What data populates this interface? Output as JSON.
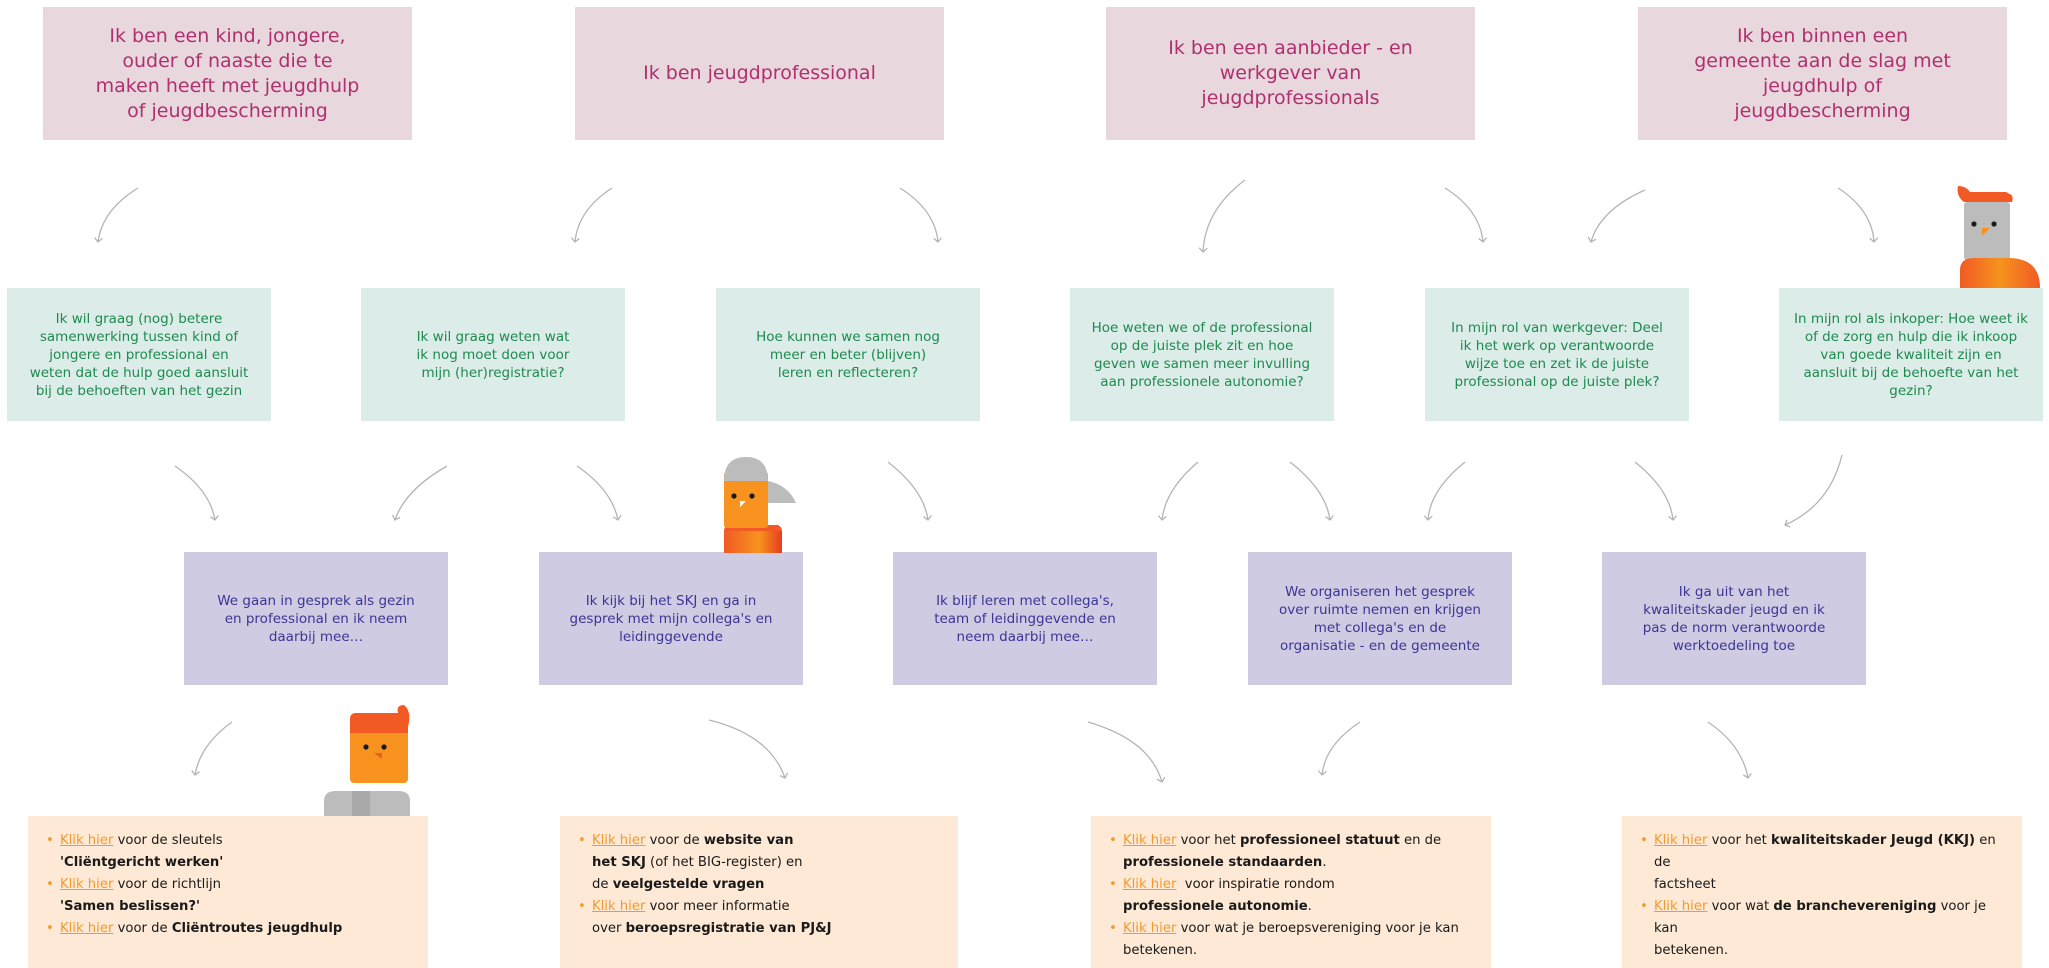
{
  "top": [
    "Ik ben een kind, jongere, ouder of naaste die te maken heeft met jeugdhulp of jeugdbescherming",
    "Ik ben jeugdprofessional",
    "Ik ben een aanbieder - en werkgever van jeugdprofessionals",
    "Ik ben binnen een gemeente aan de slag met jeugdhulp of jeugdbescherming"
  ],
  "questions": [
    "Ik wil graag (nog) betere samenwerking tussen kind of jongere en professional en weten dat de hulp goed aansluit bij de behoeften van het gezin",
    "Ik wil graag weten wat ik nog moet doen voor mijn (her)registratie?",
    "Hoe kunnen we samen nog meer en beter (blijven) leren en reflecteren?",
    "Hoe weten we of de professional op de juiste plek zit en hoe geven we samen meer invulling aan professionele autonomie?",
    "In mijn rol van werkgever: Deel ik het werk op verantwoorde wijze toe en zet ik de juiste professional op de juiste plek?",
    "In mijn rol als inkoper: Hoe weet ik of de zorg en hulp die ik inkoop van goede kwaliteit zijn en aansluit bij de behoefte van het gezin?"
  ],
  "answers": [
    "We gaan in gesprek als gezin en professional en ik neem daarbij mee…",
    "Ik kijk bij het SKJ en ga in gesprek met mijn collega's en leidinggevende",
    "Ik blijf leren met collega's, team of leidinggevende en neem daarbij mee…",
    "We organiseren het gesprek over ruimte nemen en krijgen met collega's en de organisatie - en de gemeente",
    "Ik ga uit van het kwaliteitskader jeugd en ik pas de norm verantwoorde werktoedeling toe"
  ],
  "link_label": "Klik hier",
  "resources": {
    "r1": {
      "i1": {
        "pre": " voor de sleutels",
        "bold": "'Cliëntgericht werken'"
      },
      "i2": {
        "pre": " voor de richtlijn",
        "bold": "'Samen beslissen?'"
      },
      "i3": {
        "pre": " voor de ",
        "bold": "Cliëntroutes jeugdhulp"
      }
    },
    "r2": {
      "i1": {
        "pre": " voor de ",
        "bold1": "website van",
        "bold2": "het SKJ",
        "mid": " (of het BIG-register) en",
        "pre2": "de ",
        "bold3": "veelgestelde vragen"
      },
      "i2": {
        "pre": " voor meer informatie",
        "pre2": "over ",
        "bold": "beroepsregistratie van PJ&J"
      }
    },
    "r3": {
      "i1": {
        "pre": " voor het ",
        "bold1": "professioneel statuut",
        "mid": " en de",
        "bold2": "professionele standaarden",
        "post": "."
      },
      "i2": {
        "pre": "  voor inspiratie rondom",
        "bold": "professionele autonomie",
        "post": "."
      },
      "i3": {
        "pre": " voor wat je beroepsvereniging voor je kan",
        "line2": "betekenen."
      }
    },
    "r4": {
      "i1": {
        "pre": " voor het ",
        "bold": "kwaliteitskader Jeugd (KKJ)",
        "mid": " en de",
        "line2": "factsheet"
      },
      "i2": {
        "pre": " voor wat ",
        "bold": "de branchevereniging",
        "mid": " voor je kan",
        "line2": "betekenen."
      }
    }
  },
  "colors": {
    "top_bg": "#e9d7de",
    "top_text": "#b0306f",
    "q_bg": "#dcece8",
    "q_text": "#1e8a50",
    "a_bg": "#cfcbe3",
    "a_text": "#3c3594",
    "res_bg": "#fde9d5",
    "link": "#f29a2e",
    "figure_orange": "#f7931e",
    "figure_red": "#f15a24",
    "figure_grey": "#bcbcbc"
  },
  "icons": [
    "person-red-hair-icon",
    "person-grey-cap-icon",
    "person-grey-head-icon"
  ]
}
